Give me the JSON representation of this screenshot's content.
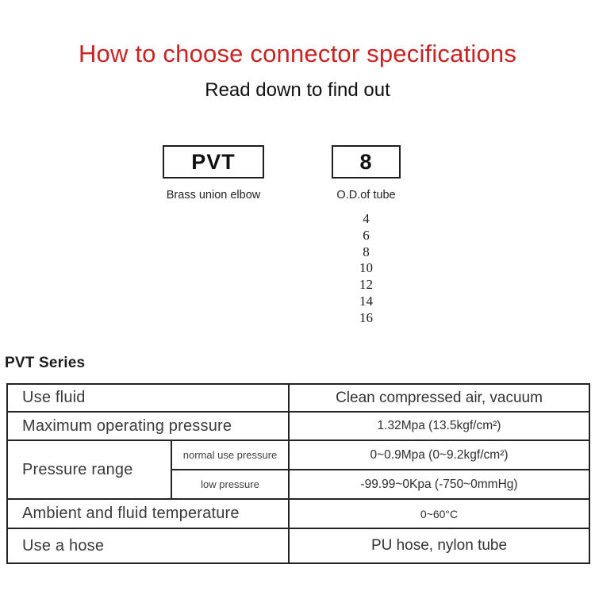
{
  "page": {
    "title": "How to choose connector specifications",
    "subtitle": "Read down to find out",
    "title_color": "#cc2222"
  },
  "selector": {
    "model_box": {
      "code": "PVT",
      "caption": "Brass union elbow"
    },
    "size_box": {
      "code": "8",
      "caption": "O.D.of tube"
    },
    "tube_sizes": [
      "4",
      "6",
      "8",
      "10",
      "12",
      "14",
      "16"
    ]
  },
  "series_heading": "PVT Series",
  "spec_table": {
    "accent_row_color": "#f2edde",
    "border_color": "#232323",
    "rows": [
      {
        "label": "Use fluid",
        "value": "Clean compressed air, vacuum"
      },
      {
        "label": "Maximum operating pressure",
        "value": "1.32Mpa (13.5kgf/cm²)"
      },
      {
        "label": "Pressure range",
        "sub_rows": [
          {
            "sub_label": "normal use pressure",
            "value": "0~0.9Mpa (0~9.2kgf/cm²)"
          },
          {
            "sub_label": "low pressure",
            "value": "-99.99~0Kpa (-750~0mmHg)"
          }
        ]
      },
      {
        "label": "Ambient and fluid temperature",
        "value": "0~60°C"
      },
      {
        "label": "Use a hose",
        "value": "PU hose, nylon tube"
      }
    ]
  }
}
